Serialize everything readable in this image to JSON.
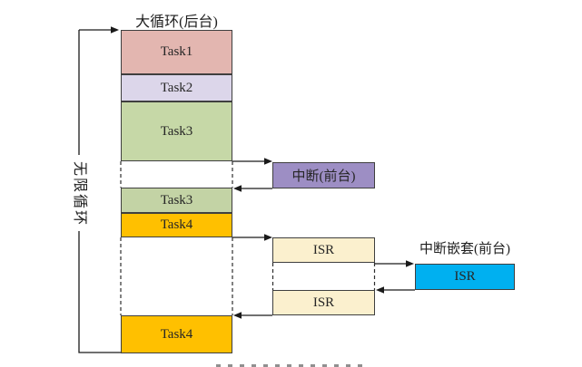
{
  "diagram": {
    "title": "大循环(后台)",
    "loop_label": "无限循环",
    "background_column": {
      "task1": "Task1",
      "task2": "Task2",
      "task3_first": "Task3",
      "task3_second": "Task3",
      "task4_first": "Task4",
      "task4_second": "Task4"
    },
    "foreground": {
      "interrupt": "中断(前台)",
      "isr_first": "ISR",
      "isr_second": "ISR",
      "nested_title": "中断嵌套(前台)",
      "nested_isr": "ISR"
    },
    "colors": {
      "task1_fill": "#E3B6B0",
      "task2_fill": "#DCD6EA",
      "task3_fill": "#C6D8A7",
      "task4_fill": "#FFC000",
      "interrupt_fill": "#9D8EC4",
      "isr_fill": "#FBF0CE",
      "nested_isr_fill": "#00B0F0",
      "border": "#3F3F3F",
      "line": "#1A1A1A"
    }
  }
}
